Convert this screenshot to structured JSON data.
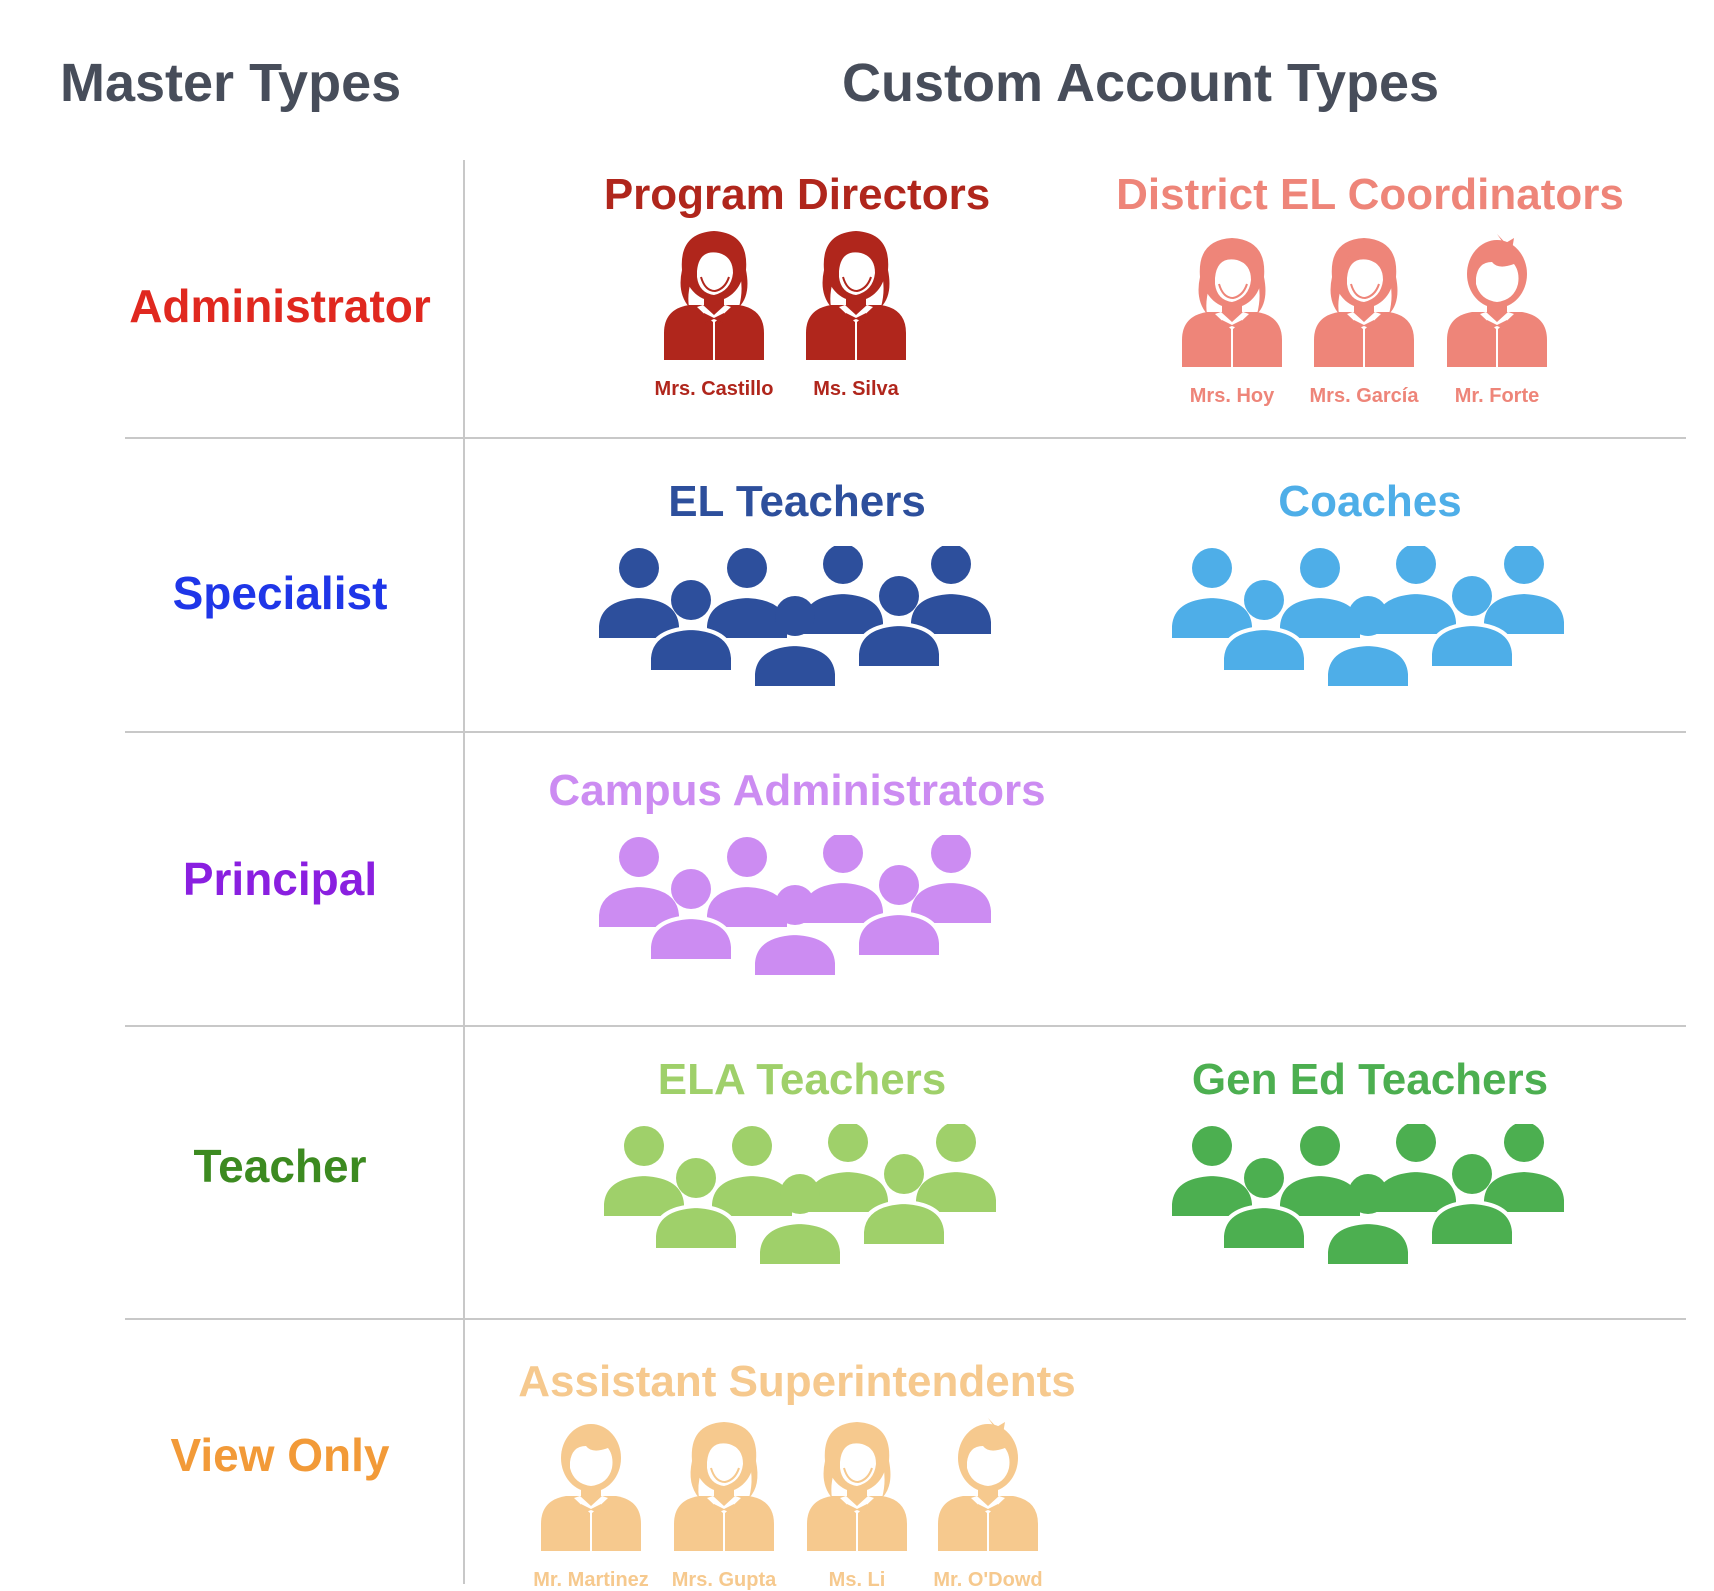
{
  "headers": {
    "master": "Master Types",
    "custom": "Custom Account Types"
  },
  "rows": [
    {
      "master": "Administrator",
      "master_color": "#e0281f",
      "groups": [
        {
          "title": "Program Directors",
          "color": "#b0261c",
          "people": [
            {
              "name": "Mrs. Castillo",
              "icon": "woman-icon"
            },
            {
              "name": "Ms. Silva",
              "icon": "woman-icon"
            }
          ]
        },
        {
          "title": "District EL Coordinators",
          "color": "#ee8579",
          "people": [
            {
              "name": "Mrs. Hoy",
              "icon": "woman-icon"
            },
            {
              "name": "Mrs. García",
              "icon": "woman-icon"
            },
            {
              "name": "Mr. Forte",
              "icon": "man-spiky-icon"
            }
          ]
        }
      ]
    },
    {
      "master": "Specialist",
      "master_color": "#1f36e8",
      "groups": [
        {
          "title": "EL Teachers",
          "color": "#2d4f9c",
          "icon": "group-icon"
        },
        {
          "title": "Coaches",
          "color": "#4eaee8",
          "icon": "group-icon"
        }
      ]
    },
    {
      "master": "Principal",
      "master_color": "#8a1fe0",
      "groups": [
        {
          "title": "Campus Administrators",
          "color": "#cc8cf2",
          "icon": "group-icon"
        }
      ]
    },
    {
      "master": "Teacher",
      "master_color": "#3c8a20",
      "groups": [
        {
          "title": "ELA Teachers",
          "color": "#9fd06a",
          "icon": "group-icon"
        },
        {
          "title": "Gen Ed Teachers",
          "color": "#4caf50",
          "icon": "group-icon"
        }
      ]
    },
    {
      "master": "View Only",
      "master_color": "#f29a38",
      "groups": [
        {
          "title": "Assistant Superintendents",
          "color": "#f6c98e",
          "people": [
            {
              "name": "Mr. Martinez",
              "icon": "man-icon"
            },
            {
              "name": "Mrs. Gupta",
              "icon": "woman-icon"
            },
            {
              "name": "Ms. Li",
              "icon": "woman-icon"
            },
            {
              "name": "Mr. O'Dowd",
              "icon": "man-spiky-icon"
            }
          ]
        }
      ]
    }
  ]
}
